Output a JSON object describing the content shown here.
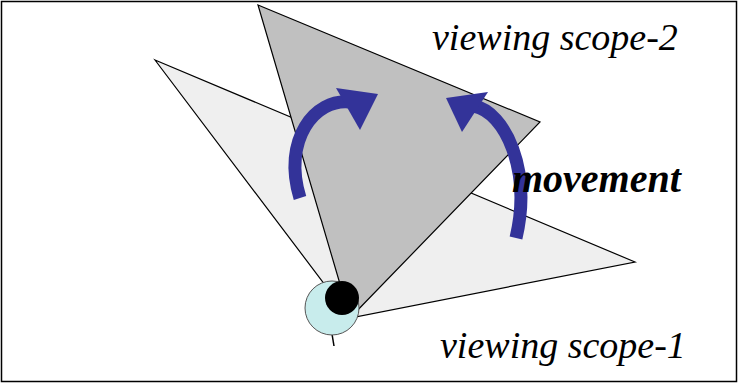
{
  "diagram": {
    "labels": [
      "viewing scope-2",
      "movement",
      "viewing scope-1"
    ]
  }
}
